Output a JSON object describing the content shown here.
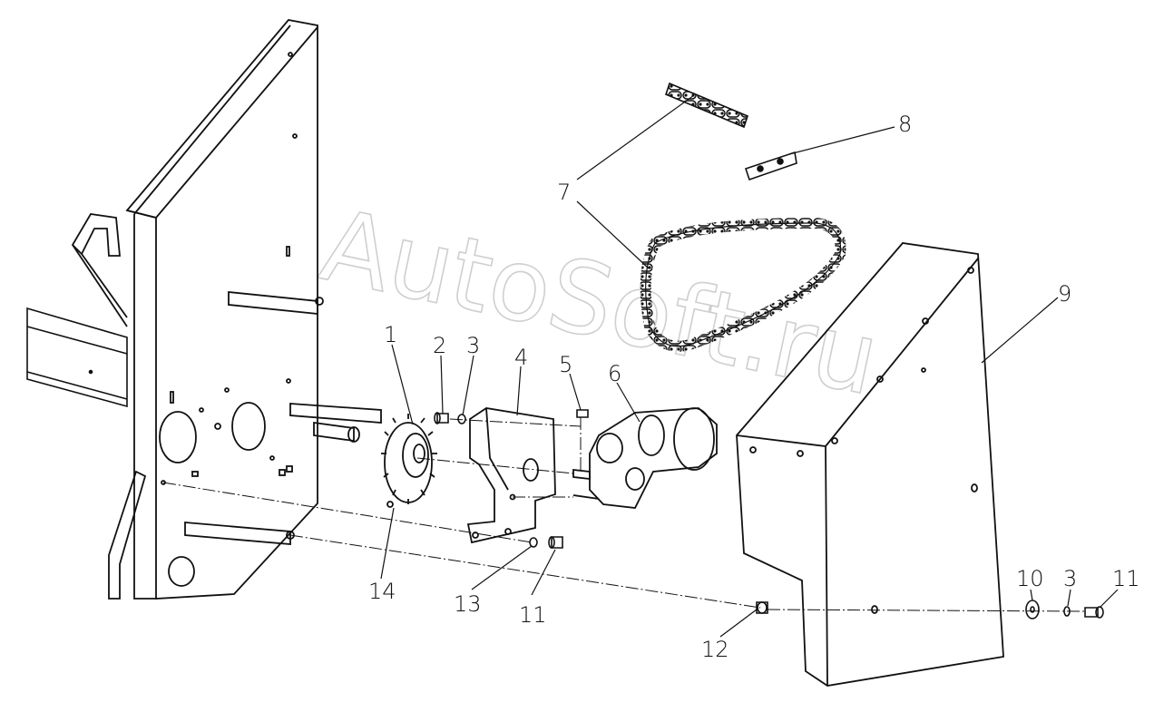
{
  "watermark": "AutoSoft.ru",
  "callouts": {
    "c1": "1",
    "c2": "2",
    "c3a": "3",
    "c3b": "3",
    "c4": "4",
    "c5": "5",
    "c6": "6",
    "c7": "7",
    "c8": "8",
    "c9": "9",
    "c10": "10",
    "c11a": "11",
    "c11b": "11",
    "c12": "12",
    "c13": "13",
    "c14": "14"
  }
}
